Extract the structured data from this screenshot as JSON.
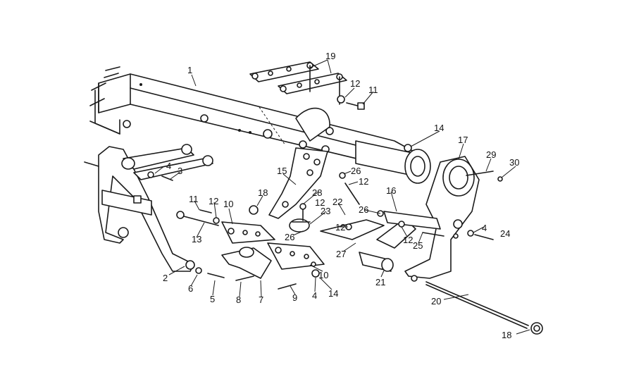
{
  "diagram": {
    "callouts": [
      {
        "id": "c1",
        "text": "1"
      },
      {
        "id": "c19",
        "text": "19"
      },
      {
        "id": "c12a",
        "text": "12"
      },
      {
        "id": "c11a",
        "text": "11"
      },
      {
        "id": "c14a",
        "text": "14"
      },
      {
        "id": "c17",
        "text": "17"
      },
      {
        "id": "c29",
        "text": "29"
      },
      {
        "id": "c30",
        "text": "30"
      },
      {
        "id": "c4a",
        "text": "4"
      },
      {
        "id": "c3",
        "text": "3"
      },
      {
        "id": "c15",
        "text": "15"
      },
      {
        "id": "c26a",
        "text": "26"
      },
      {
        "id": "c12b",
        "text": "12"
      },
      {
        "id": "c18a",
        "text": "18"
      },
      {
        "id": "c28",
        "text": "28"
      },
      {
        "id": "c12c",
        "text": "12"
      },
      {
        "id": "c16",
        "text": "16"
      },
      {
        "id": "c11b",
        "text": "11"
      },
      {
        "id": "c12d",
        "text": "12"
      },
      {
        "id": "c10a",
        "text": "10"
      },
      {
        "id": "c22",
        "text": "22"
      },
      {
        "id": "c23",
        "text": "23"
      },
      {
        "id": "c26b",
        "text": "26"
      },
      {
        "id": "c12e",
        "text": "12"
      },
      {
        "id": "c13",
        "text": "13"
      },
      {
        "id": "c4b",
        "text": "4"
      },
      {
        "id": "c24",
        "text": "24"
      },
      {
        "id": "c26c",
        "text": "26"
      },
      {
        "id": "c12f",
        "text": "12"
      },
      {
        "id": "c25",
        "text": "25"
      },
      {
        "id": "c27",
        "text": "27"
      },
      {
        "id": "c2",
        "text": "2"
      },
      {
        "id": "c10b",
        "text": "10"
      },
      {
        "id": "c21",
        "text": "21"
      },
      {
        "id": "c6",
        "text": "6"
      },
      {
        "id": "c5",
        "text": "5"
      },
      {
        "id": "c8",
        "text": "8"
      },
      {
        "id": "c7",
        "text": "7"
      },
      {
        "id": "c9",
        "text": "9"
      },
      {
        "id": "c4c",
        "text": "4"
      },
      {
        "id": "c14b",
        "text": "14"
      },
      {
        "id": "c20",
        "text": "20"
      },
      {
        "id": "c18b",
        "text": "18"
      }
    ]
  }
}
